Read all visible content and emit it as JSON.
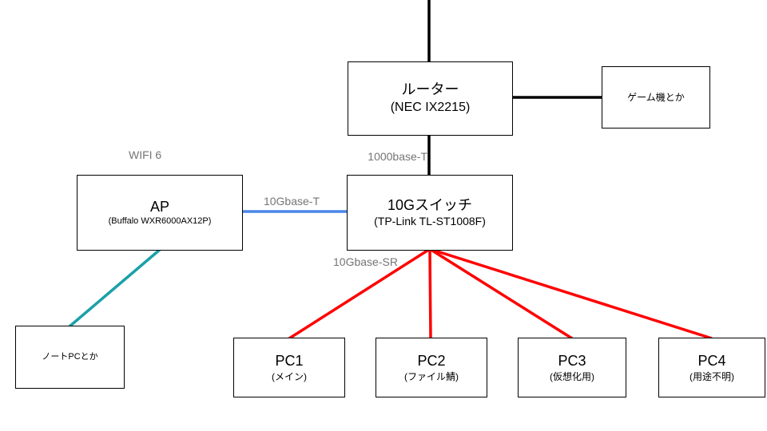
{
  "diagram": {
    "nodes": {
      "router": {
        "title": "ルーター",
        "subtitle": "(NEC IX2215)"
      },
      "game": {
        "title": "ゲーム機とか"
      },
      "ap": {
        "title": "AP",
        "subtitle": "(Buffalo WXR6000AX12P)"
      },
      "switch": {
        "title": "10Gスイッチ",
        "subtitle": "(TP-Link TL-ST1008F)"
      },
      "laptop": {
        "title": "ノートPCとか"
      },
      "pc1": {
        "title": "PC1",
        "subtitle": "(メイン)"
      },
      "pc2": {
        "title": "PC2",
        "subtitle": "(ファイル鯖)"
      },
      "pc3": {
        "title": "PC3",
        "subtitle": "(仮想化用)"
      },
      "pc4": {
        "title": "PC4",
        "subtitle": "(用途不明)"
      }
    },
    "link_labels": {
      "wifi": "WIFI 6",
      "router_switch": "1000base-T",
      "ap_switch": "10Gbase-T",
      "switch_pcs": "10Gbase-SR"
    },
    "colors": {
      "black_link": "#000000",
      "blue_link": "#4a86e8",
      "teal_link": "#1aa0a8",
      "red_link": "#ff0000",
      "label_text": "#757575",
      "box_border": "#000000",
      "box_fill": "#ffffff"
    },
    "connections": [
      {
        "from": "uplink",
        "to": "router",
        "style": "black_link"
      },
      {
        "from": "router",
        "to": "game",
        "style": "black_link"
      },
      {
        "from": "router",
        "to": "switch",
        "style": "black_link",
        "label": "1000base-T"
      },
      {
        "from": "ap",
        "to": "switch",
        "style": "blue_link",
        "label": "10Gbase-T"
      },
      {
        "from": "ap",
        "to": "laptop",
        "style": "teal_link",
        "label": "WIFI 6"
      },
      {
        "from": "switch",
        "to": "pc1",
        "style": "red_link",
        "label": "10Gbase-SR"
      },
      {
        "from": "switch",
        "to": "pc2",
        "style": "red_link"
      },
      {
        "from": "switch",
        "to": "pc3",
        "style": "red_link"
      },
      {
        "from": "switch",
        "to": "pc4",
        "style": "red_link"
      }
    ]
  }
}
